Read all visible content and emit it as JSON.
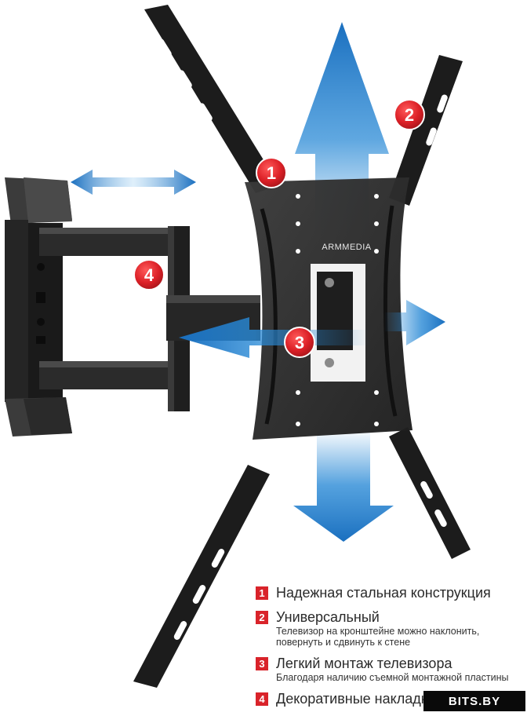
{
  "brand_logo": "ARMMEDIA",
  "badges": [
    "1",
    "2",
    "3",
    "4"
  ],
  "features": [
    {
      "num": "1",
      "title": "Надежная стальная конструкция",
      "desc": ""
    },
    {
      "num": "2",
      "title": "Универсальный",
      "desc": "Телевизор на кронштейне можно наклонить, повернуть и сдвинуть к стене"
    },
    {
      "num": "3",
      "title": "Легкий монтаж телевизора",
      "desc": "Благодаря наличию съемной монтажной пластины"
    },
    {
      "num": "4",
      "title": "Декоративные накладки",
      "desc": ""
    }
  ],
  "watermark": "BITS.BY",
  "colors": {
    "badge_red": "#d9232a",
    "arrow_blue": "#1f82cf",
    "steel": "#2a2a2a"
  }
}
